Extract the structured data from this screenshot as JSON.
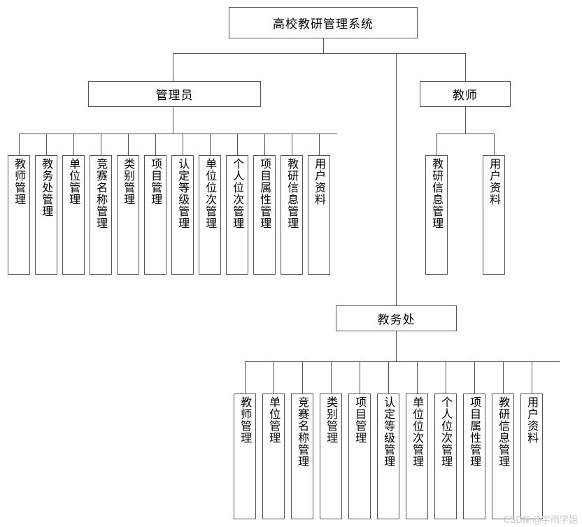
{
  "diagram": {
    "title": "高校教研管理系统",
    "watermark": "CSDN @宇雨学姐",
    "colors": {
      "line": "#555555",
      "box_border": "#555555",
      "background": "#ffffff",
      "text": "#000000",
      "watermark": "#c8c8c8"
    },
    "root": {
      "label": "高校教研管理系统"
    },
    "level2": [
      {
        "label": "管理员"
      },
      {
        "label": "教师"
      }
    ],
    "level3": [
      {
        "label": "教务处"
      }
    ],
    "admin_children": [
      {
        "label": "教师管理"
      },
      {
        "label": "教务处管理"
      },
      {
        "label": "单位管理"
      },
      {
        "label": "竞赛名称管理"
      },
      {
        "label": "类别管理"
      },
      {
        "label": "项目管理"
      },
      {
        "label": "认定等级管理"
      },
      {
        "label": "单位位次管理"
      },
      {
        "label": "个人位次管理"
      },
      {
        "label": "项目属性管理"
      },
      {
        "label": "教研信息管理"
      },
      {
        "label": "用户资料"
      }
    ],
    "teacher_children": [
      {
        "label": "教研信息管理"
      },
      {
        "label": "用户资料"
      }
    ],
    "affairs_children": [
      {
        "label": "教师管理"
      },
      {
        "label": "单位管理"
      },
      {
        "label": "竞赛名称管理"
      },
      {
        "label": "类别管理"
      },
      {
        "label": "项目管理"
      },
      {
        "label": "认定等级管理"
      },
      {
        "label": "单位位次管理"
      },
      {
        "label": "个人位次管理"
      },
      {
        "label": "项目属性管理"
      },
      {
        "label": "教研信息管理"
      },
      {
        "label": "用户资料"
      }
    ]
  }
}
